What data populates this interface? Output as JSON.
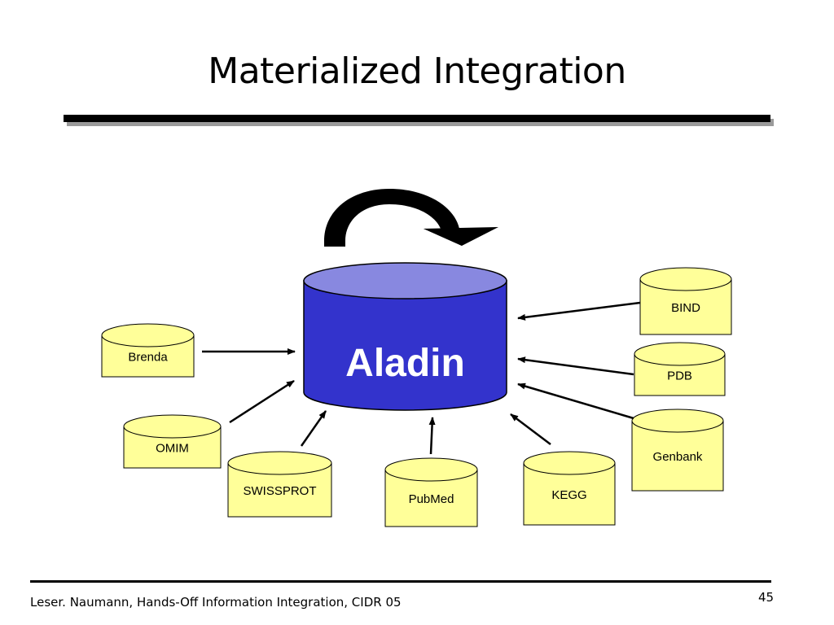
{
  "slide": {
    "title": "Materialized Integration",
    "footer": "Leser. Naumann, Hands-Off Information Integration, CIDR 05",
    "page_number": "45"
  },
  "central_store": {
    "label": "Aladin",
    "fill": "#3333cc",
    "top_fill": "#8888e0"
  },
  "source_fill": "#ffff99",
  "sources": [
    {
      "id": "brenda",
      "label": "Brenda"
    },
    {
      "id": "omim",
      "label": "OMIM"
    },
    {
      "id": "swissprot",
      "label": "SWISSPROT"
    },
    {
      "id": "pubmed",
      "label": "PubMed"
    },
    {
      "id": "kegg",
      "label": "KEGG"
    },
    {
      "id": "genbank",
      "label": "Genbank"
    },
    {
      "id": "pdb",
      "label": "PDB"
    },
    {
      "id": "bind",
      "label": "BIND"
    }
  ],
  "icons": {
    "refresh": "curved-arrow-icon"
  }
}
